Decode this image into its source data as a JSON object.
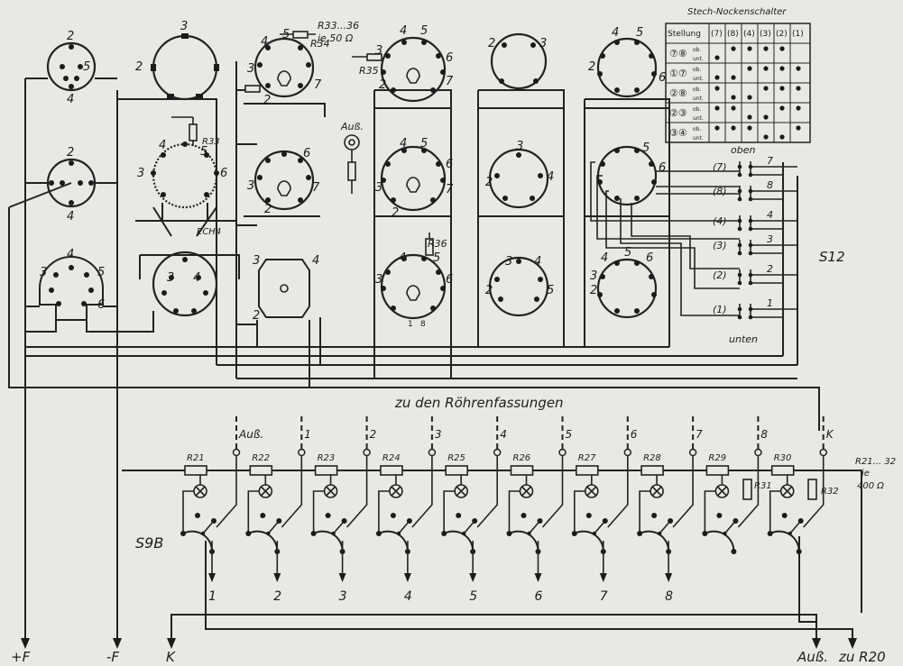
{
  "switch_table": {
    "title": "Stech-Nockenschalter",
    "header": [
      "Stellung",
      "(7)",
      "(8)",
      "(4)",
      "(3)",
      "(2)",
      "(1)"
    ],
    "rows": [
      {
        "pos": "⑦⑧",
        "sub": [
          "ob.",
          "unt."
        ]
      },
      {
        "pos": "①⑦",
        "sub": [
          "ob.",
          "unt."
        ]
      },
      {
        "pos": "②⑧",
        "sub": [
          "ob.",
          "unt."
        ]
      },
      {
        "pos": "②③",
        "sub": [
          "ob.",
          "unt."
        ]
      },
      {
        "pos": "③④",
        "sub": [
          "ob.",
          "unt."
        ]
      }
    ]
  },
  "switch_s12": {
    "name": "S12",
    "top_label": "oben",
    "bottom_label": "unten",
    "positions": [
      {
        "left": "(7)",
        "right": "7"
      },
      {
        "left": "(8)",
        "right": "8"
      },
      {
        "left": "(4)",
        "right": "4"
      },
      {
        "left": "(3)",
        "right": "3"
      },
      {
        "left": "(2)",
        "right": "2"
      },
      {
        "left": "(1)",
        "right": "1"
      }
    ]
  },
  "socket_labels": {
    "c1a": [
      "2",
      "5",
      "4"
    ],
    "c1b": [
      "2",
      "4"
    ],
    "c1c": [
      "4",
      "3",
      "5",
      "6"
    ],
    "c2a": [
      "2",
      "3"
    ],
    "c2b": [
      "4",
      "5",
      "3",
      "6"
    ],
    "c2c": [
      "3",
      "4"
    ],
    "c3a": [
      "4",
      "5",
      "3",
      "7",
      "2"
    ],
    "c3b": [
      "3",
      "6",
      "7",
      "2"
    ],
    "c3c": [
      "3",
      "4",
      "2"
    ],
    "c4a": [
      "4",
      "5",
      "3",
      "6",
      "7",
      "2"
    ],
    "c4b": [
      "4",
      "5",
      "6",
      "3",
      "7",
      "2"
    ],
    "c4c": [
      "4",
      "5",
      "3",
      "6",
      "1",
      "8"
    ],
    "c5a": [
      "2",
      "3"
    ],
    "c5b": [
      "3",
      "2",
      "4"
    ],
    "c5c": [
      "3",
      "4",
      "2",
      "5"
    ],
    "c6a": [
      "4",
      "5",
      "2",
      "6"
    ],
    "c6b": [
      "5",
      "6"
    ],
    "c6c": [
      "4",
      "5",
      "6",
      "3",
      "2"
    ]
  },
  "annotations": {
    "ech4": "ECH4",
    "r33": "R33",
    "r34": "R34",
    "r35": "R35",
    "r36": "R36",
    "r33_36": "R33...36",
    "r33_36_value": "je 50 Ω",
    "aus_jack": "Auß.",
    "tube_sockets": "zu den Röhrenfassungen"
  },
  "bottom_row": {
    "tap_labels": [
      "Auß.",
      "1",
      "2",
      "3",
      "4",
      "5",
      "6",
      "7",
      "8",
      "K"
    ],
    "resistors": [
      "R21",
      "R22",
      "R23",
      "R24",
      "R25",
      "R26",
      "R27",
      "R28",
      "R29",
      "R30"
    ],
    "r31": "R31",
    "r32": "R32",
    "range": "R21... 32",
    "range_value1": "je",
    "range_value2": "400 Ω",
    "switch_name": "S9B",
    "arrow_labels": [
      "1",
      "2",
      "3",
      "4",
      "5",
      "6",
      "7",
      "8"
    ]
  },
  "terminals": {
    "plus_f": "+F",
    "minus_f": "-F",
    "k": "K",
    "aus": "Auß.",
    "zu_r20": "zu R20"
  }
}
